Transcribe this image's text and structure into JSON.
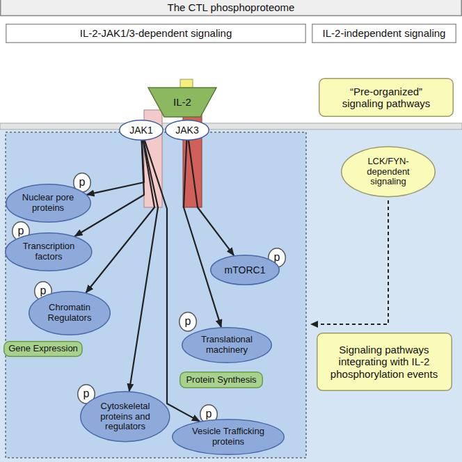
{
  "diagram": {
    "nodes": [
      {
        "text": [
          "The CTL phosphoproteome"
        ]
      },
      {
        "text": [
          "IL-2-JAK1/3-dependent signaling"
        ]
      },
      {
        "text": [
          "IL-2-independent signaling"
        ]
      },
      {
        "text": [
          "“Pre-organized” signaling pathways"
        ]
      },
      {
        "text": [
          "IL-2"
        ]
      },
      {
        "text": [
          "JAK1"
        ]
      },
      {
        "text": [
          "JAK3"
        ]
      },
      {
        "text": [
          "LCK/FYN- dependent signaling"
        ]
      },
      {
        "text": [
          "p"
        ]
      },
      {
        "text": [
          "Nuclear pore proteins"
        ]
      },
      {
        "text": [
          "p"
        ]
      },
      {
        "text": [
          "Transcription factors"
        ]
      },
      {
        "text": [
          "p"
        ]
      },
      {
        "text": [
          "mTORC1"
        ]
      },
      {
        "text": [
          "p"
        ]
      },
      {
        "text": [
          "Chromatin Regulators"
        ]
      },
      {
        "text": [
          "p"
        ]
      },
      {
        "text": [
          "Translational machinery"
        ]
      },
      {
        "text": [
          "Gene Expression"
        ]
      },
      {
        "text": [
          "Protein Synthesis"
        ]
      },
      {
        "text": [
          "Signaling pathways integrating with IL-2 phosphorylation events"
        ]
      },
      {
        "text": [
          "p"
        ]
      },
      {
        "text": [
          "Cytoskeletal proteins and regulators"
        ]
      },
      {
        "text": [
          "p"
        ]
      },
      {
        "text": [
          "Vesicle Trafficking proteins"
        ]
      }
    ],
    "edges": [
      {
        "from": 5,
        "to": 9,
        "arrow": "to"
      },
      {
        "from": 5,
        "to": 11,
        "arrow": "to"
      },
      {
        "from": 5,
        "to": 15,
        "arrow": "to"
      },
      {
        "from": 5,
        "to": 22,
        "arrow": "to"
      },
      {
        "from": 5,
        "to": 24,
        "arrow": "to"
      },
      {
        "from": 6,
        "to": 17,
        "arrow": "to"
      },
      {
        "from": 6,
        "to": 13,
        "arrow": "to"
      }
    ]
  }
}
